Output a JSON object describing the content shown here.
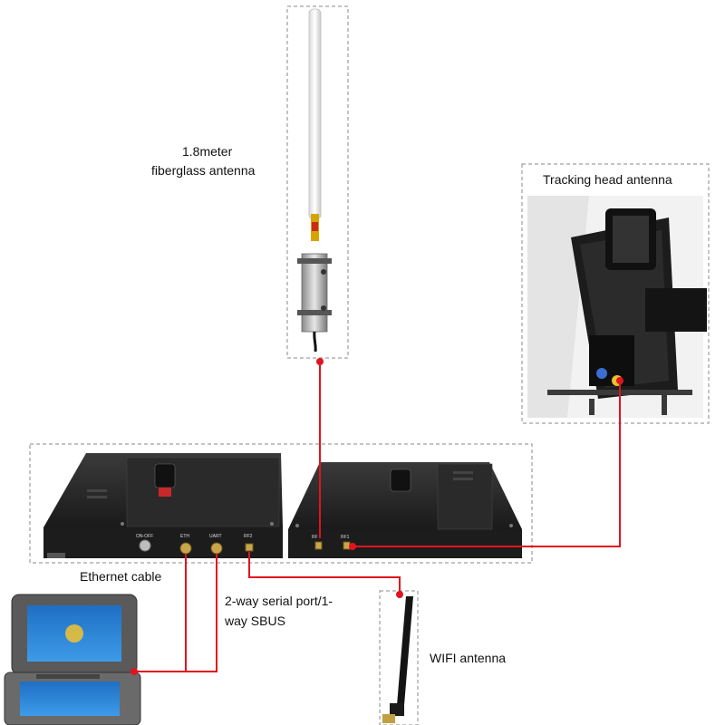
{
  "labels": {
    "fiberglass_line1": "1.8meter",
    "fiberglass_line2": "fiberglass antenna",
    "tracking": "Tracking head antenna",
    "ethernet": "Ethernet cable",
    "serial_line1": "2-way serial port/1-",
    "serial_line2": "way SBUS",
    "wifi": "WIFI antenna"
  },
  "ports": {
    "onoff": "ON-OFF",
    "eth": "ETH",
    "uart": "UART",
    "rf2": "RF2",
    "rf1": "RF1",
    "rf_left": "RF"
  },
  "colors": {
    "cable": "#e0141e",
    "dashed_border": "#8a8a8a",
    "device_body": "#222222"
  },
  "icons": [
    "fiberglass-antenna",
    "tracking-head-antenna",
    "ground-station-unit",
    "air-unit",
    "rugged-laptop",
    "wifi-antenna"
  ]
}
